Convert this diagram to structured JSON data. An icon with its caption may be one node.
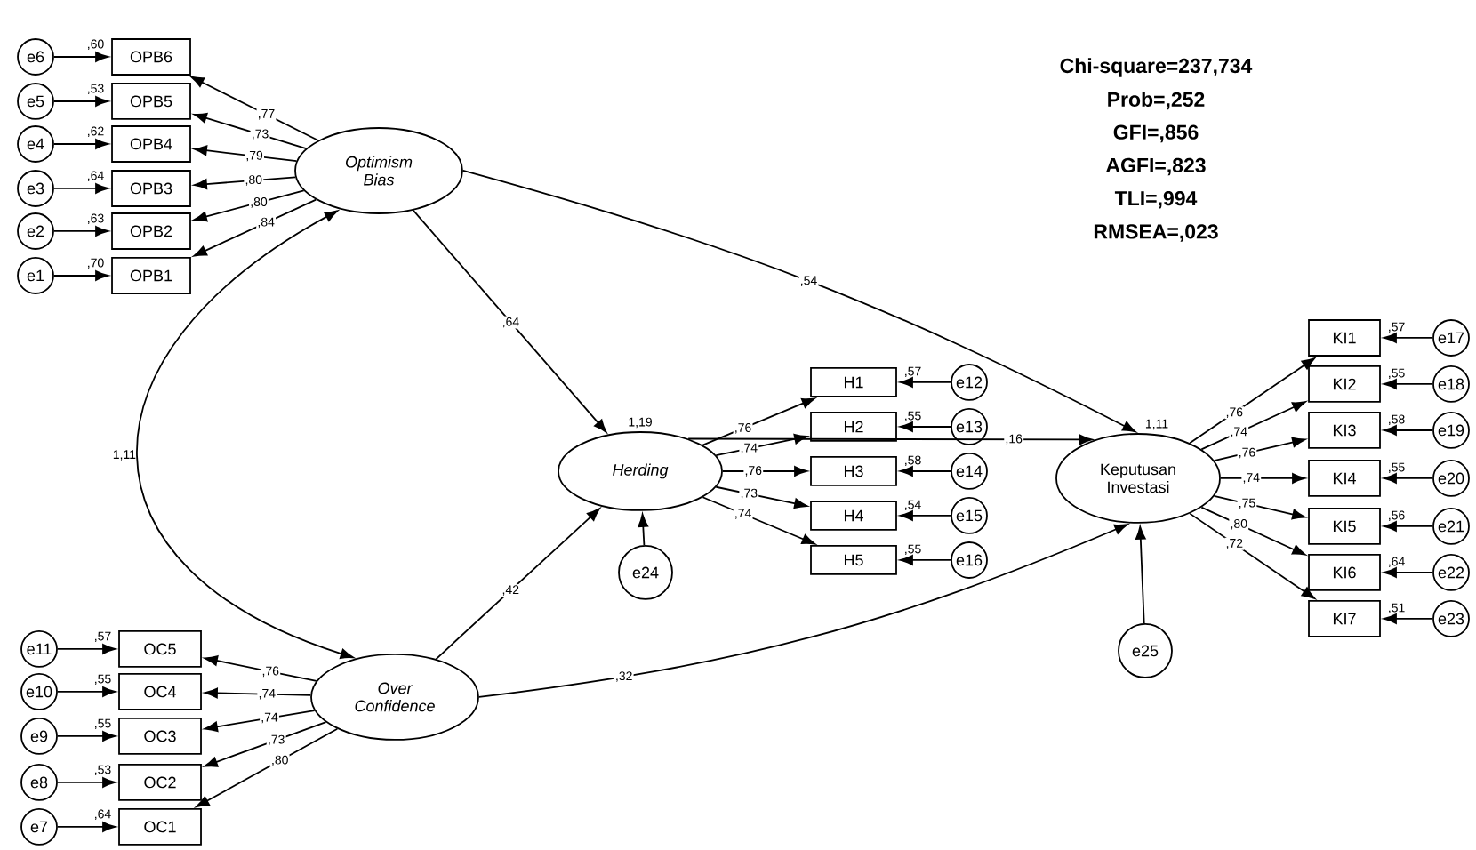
{
  "diagram": {
    "nodes": [
      {
        "text": [
          "Optimism Bias"
        ]
      },
      {
        "text": [
          "Over Confidence"
        ]
      },
      {
        "text": [
          "Herding"
        ],
        "beside": [
          "1,19"
        ]
      },
      {
        "text": [
          "Keputusan Investasi"
        ],
        "beside": [
          "1,11"
        ]
      },
      {
        "text": [
          "OPB6"
        ],
        "beside": [
          ",60"
        ]
      },
      {
        "text": [
          "OPB5"
        ],
        "beside": [
          ",53"
        ]
      },
      {
        "text": [
          "OPB4"
        ],
        "beside": [
          ",62"
        ]
      },
      {
        "text": [
          "OPB3"
        ],
        "beside": [
          ",64"
        ]
      },
      {
        "text": [
          "OPB2"
        ],
        "beside": [
          ",63"
        ]
      },
      {
        "text": [
          "OPB1"
        ],
        "beside": [
          ",70"
        ]
      },
      {
        "text": [
          "e6"
        ]
      },
      {
        "text": [
          "e5"
        ]
      },
      {
        "text": [
          "e4"
        ]
      },
      {
        "text": [
          "e3"
        ]
      },
      {
        "text": [
          "e2"
        ]
      },
      {
        "text": [
          "e1"
        ]
      },
      {
        "text": [
          "OC5"
        ],
        "beside": [
          ",57"
        ]
      },
      {
        "text": [
          "OC4"
        ],
        "beside": [
          ",55"
        ]
      },
      {
        "text": [
          "OC3"
        ],
        "beside": [
          ",55"
        ]
      },
      {
        "text": [
          "OC2"
        ],
        "beside": [
          ",53"
        ]
      },
      {
        "text": [
          "OC1"
        ],
        "beside": [
          ",64"
        ]
      },
      {
        "text": [
          "e11"
        ]
      },
      {
        "text": [
          "e10"
        ]
      },
      {
        "text": [
          "e9"
        ]
      },
      {
        "text": [
          "e8"
        ]
      },
      {
        "text": [
          "e7"
        ]
      },
      {
        "text": [
          "H1"
        ],
        "beside": [
          ",57"
        ]
      },
      {
        "text": [
          "H2"
        ],
        "beside": [
          ",55"
        ]
      },
      {
        "text": [
          "H3"
        ],
        "beside": [
          ",58"
        ]
      },
      {
        "text": [
          "H4"
        ],
        "beside": [
          ",54"
        ]
      },
      {
        "text": [
          "H5"
        ],
        "beside": [
          ",55"
        ]
      },
      {
        "text": [
          "e12"
        ]
      },
      {
        "text": [
          "e13"
        ]
      },
      {
        "text": [
          "e14"
        ]
      },
      {
        "text": [
          "e15"
        ]
      },
      {
        "text": [
          "e16"
        ]
      },
      {
        "text": [
          "e24"
        ]
      },
      {
        "text": [
          "KI1"
        ],
        "beside": [
          ",57"
        ]
      },
      {
        "text": [
          "KI2"
        ],
        "beside": [
          ",55"
        ]
      },
      {
        "text": [
          "KI3"
        ],
        "beside": [
          ",58"
        ]
      },
      {
        "text": [
          "KI4"
        ],
        "beside": [
          ",55"
        ]
      },
      {
        "text": [
          "KI5"
        ],
        "beside": [
          ",56"
        ]
      },
      {
        "text": [
          "KI6"
        ],
        "beside": [
          ",64"
        ]
      },
      {
        "text": [
          "KI7"
        ],
        "beside": [
          ",51"
        ]
      },
      {
        "text": [
          "e17"
        ]
      },
      {
        "text": [
          "e18"
        ]
      },
      {
        "text": [
          "e19"
        ]
      },
      {
        "text": [
          "e20"
        ]
      },
      {
        "text": [
          "e21"
        ]
      },
      {
        "text": [
          "e22"
        ]
      },
      {
        "text": [
          "e23"
        ]
      },
      {
        "text": [
          "e25"
        ]
      }
    ],
    "edges": [
      {
        "from": 0,
        "to": 4,
        "arrow": "to",
        "label": ",77"
      },
      {
        "from": 0,
        "to": 5,
        "arrow": "to",
        "label": ",73"
      },
      {
        "from": 0,
        "to": 6,
        "arrow": "to",
        "label": ",79"
      },
      {
        "from": 0,
        "to": 7,
        "arrow": "to",
        "label": ",80"
      },
      {
        "from": 0,
        "to": 8,
        "arrow": "to",
        "label": ",80"
      },
      {
        "from": 0,
        "to": 9,
        "arrow": "to",
        "label": ",84"
      },
      {
        "from": 10,
        "to": 4,
        "arrow": "to"
      },
      {
        "from": 11,
        "to": 5,
        "arrow": "to"
      },
      {
        "from": 12,
        "to": 6,
        "arrow": "to"
      },
      {
        "from": 13,
        "to": 7,
        "arrow": "to"
      },
      {
        "from": 14,
        "to": 8,
        "arrow": "to"
      },
      {
        "from": 15,
        "to": 9,
        "arrow": "to"
      },
      {
        "from": 0,
        "to": 1,
        "arrow": "both",
        "label": "1,11"
      },
      {
        "from": 1,
        "to": 16,
        "arrow": "to",
        "label": ",76"
      },
      {
        "from": 1,
        "to": 17,
        "arrow": "to",
        "label": ",74"
      },
      {
        "from": 1,
        "to": 18,
        "arrow": "to",
        "label": ",74"
      },
      {
        "from": 1,
        "to": 19,
        "arrow": "to",
        "label": ",73"
      },
      {
        "from": 1,
        "to": 20,
        "arrow": "to",
        "label": ",80"
      },
      {
        "from": 21,
        "to": 16,
        "arrow": "to"
      },
      {
        "from": 22,
        "to": 17,
        "arrow": "to"
      },
      {
        "from": 23,
        "to": 18,
        "arrow": "to"
      },
      {
        "from": 24,
        "to": 19,
        "arrow": "to"
      },
      {
        "from": 25,
        "to": 20,
        "arrow": "to"
      },
      {
        "from": 0,
        "to": 2,
        "arrow": "to",
        "label": ",64"
      },
      {
        "from": 0,
        "to": 3,
        "arrow": "to",
        "label": ",54"
      },
      {
        "from": 1,
        "to": 2,
        "arrow": "to",
        "label": ",42"
      },
      {
        "from": 1,
        "to": 3,
        "arrow": "to",
        "label": ",32"
      },
      {
        "from": 2,
        "to": 3,
        "arrow": "to",
        "label": ",16"
      },
      {
        "from": 36,
        "to": 2,
        "arrow": "to"
      },
      {
        "from": 2,
        "to": 26,
        "arrow": "to",
        "label": ",76"
      },
      {
        "from": 2,
        "to": 27,
        "arrow": "to",
        "label": ",74"
      },
      {
        "from": 2,
        "to": 28,
        "arrow": "to",
        "label": ",76"
      },
      {
        "from": 2,
        "to": 29,
        "arrow": "to",
        "label": ",73"
      },
      {
        "from": 2,
        "to": 30,
        "arrow": "to",
        "label": ",74"
      },
      {
        "from": 31,
        "to": 26,
        "arrow": "to"
      },
      {
        "from": 32,
        "to": 27,
        "arrow": "to"
      },
      {
        "from": 33,
        "to": 28,
        "arrow": "to"
      },
      {
        "from": 34,
        "to": 29,
        "arrow": "to"
      },
      {
        "from": 35,
        "to": 30,
        "arrow": "to"
      },
      {
        "from": 3,
        "to": 37,
        "arrow": "to",
        "label": ",76"
      },
      {
        "from": 3,
        "to": 38,
        "arrow": "to",
        "label": ",74"
      },
      {
        "from": 3,
        "to": 39,
        "arrow": "to",
        "label": ",76"
      },
      {
        "from": 3,
        "to": 40,
        "arrow": "to",
        "label": ",74"
      },
      {
        "from": 3,
        "to": 41,
        "arrow": "to",
        "label": ",75"
      },
      {
        "from": 3,
        "to": 42,
        "arrow": "to",
        "label": ",80"
      },
      {
        "from": 3,
        "to": 43,
        "arrow": "to",
        "label": ",72"
      },
      {
        "from": 44,
        "to": 37,
        "arrow": "to"
      },
      {
        "from": 45,
        "to": 38,
        "arrow": "to"
      },
      {
        "from": 46,
        "to": 39,
        "arrow": "to"
      },
      {
        "from": 47,
        "to": 40,
        "arrow": "to"
      },
      {
        "from": 48,
        "to": 41,
        "arrow": "to"
      },
      {
        "from": 49,
        "to": 42,
        "arrow": "to"
      },
      {
        "from": 50,
        "to": 43,
        "arrow": "to"
      },
      {
        "from": 51,
        "to": 3,
        "arrow": "to"
      }
    ],
    "labels": [
      "Chi-square=237,734",
      "Prob=,252",
      "GFI=,856",
      "AGFI=,823",
      "TLI=,994",
      "RMSEA=,023"
    ]
  }
}
